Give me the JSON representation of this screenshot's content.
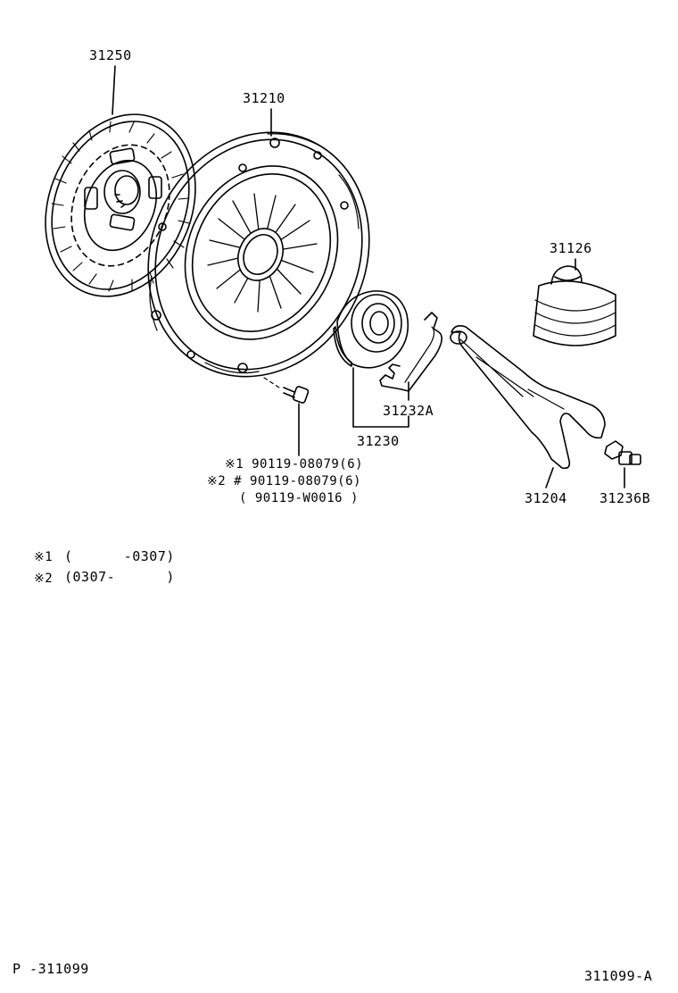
{
  "parts": {
    "clutch_disc": "31250",
    "clutch_cover": "31210",
    "boot": "31126",
    "release_clip": "31232A",
    "release_bearing": "31230",
    "release_fork": "31204",
    "fork_support": "31236B"
  },
  "bolt_callout": {
    "line1": "※1 90119-08079(6)",
    "line2": "※2 # 90119-08079(6)",
    "line3": "( 90119-W0016 )"
  },
  "notes": {
    "note1_mark": "※1",
    "note1_text": "(      -0307)",
    "note2_mark": "※2",
    "note2_text": "(0307-      )"
  },
  "footer": {
    "left": "P -311099",
    "right": "311099-A"
  }
}
